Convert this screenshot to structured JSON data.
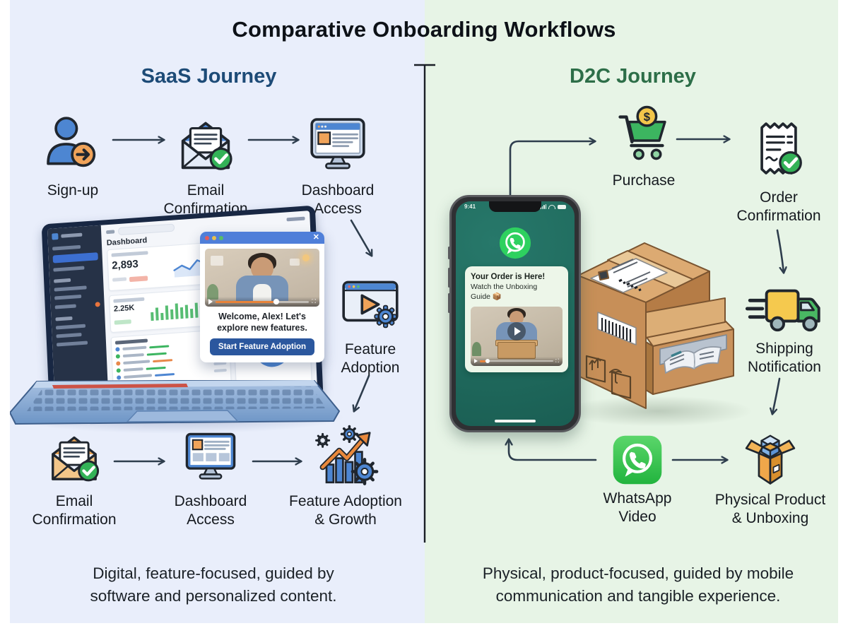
{
  "title": "Comparative Onboarding Workflows",
  "colors": {
    "left_bg": "#e9eefb",
    "right_bg": "#e7f4e6",
    "saas_heading": "#1d4b77",
    "d2c_heading": "#2d6e48",
    "arrow": "#2e3d4d",
    "accent_blue": "#4d86d2",
    "accent_orange": "#f0a359",
    "accent_green": "#3cb560",
    "whatsapp_green": "#25d366",
    "popup_button": "#2b579e"
  },
  "icons": {
    "close_glyph": "✕",
    "coin_symbol": "$",
    "fullscreen_glyph": "⛶",
    "names": [
      "signup-user-icon",
      "email-check-icon",
      "monitor-dashboard-icon",
      "video-window-gear-icon",
      "email-check-orange-icon",
      "growth-chart-gears-icon",
      "cart-dollar-icon",
      "receipt-check-icon",
      "delivery-truck-icon",
      "open-box-icon",
      "whatsapp-icon",
      "play-icon",
      "check-icon"
    ]
  },
  "saas": {
    "heading": "SaaS Journey",
    "steps_top": [
      {
        "label": "Sign-up",
        "icon": "signup-user-icon"
      },
      {
        "label": "Email\nConfirmation",
        "icon": "email-check-icon"
      },
      {
        "label": "Dashboard\nAccess",
        "icon": "monitor-dashboard-icon"
      }
    ],
    "step_feature": {
      "label": "Feature\nAdoption",
      "icon": "video-window-gear-icon"
    },
    "steps_bottom": [
      {
        "label": "Email\nConfirmation",
        "icon": "email-check-orange-icon"
      },
      {
        "label": "Dashboard\nAccess",
        "icon": "monitor-dashboard-icon"
      },
      {
        "label": "Feature Adoption\n& Growth",
        "icon": "growth-chart-gears-icon"
      }
    ],
    "laptop": {
      "dashboard_title": "Dashboard",
      "metric_primary": "2,893",
      "metric_secondary": "2.25K"
    },
    "popup": {
      "message": "Welcome, Alex! Let's\nexplore new features.",
      "button_label": "Start Feature Adoption"
    },
    "caption": "Digital, feature-focused, guided by\nsoftware and personalized content."
  },
  "d2c": {
    "heading": "D2C Journey",
    "steps": [
      {
        "label": "Purchase",
        "icon": "cart-dollar-icon"
      },
      {
        "label": "Order\nConfirmation",
        "icon": "receipt-check-icon"
      },
      {
        "label": "Shipping\nNotification",
        "icon": "delivery-truck-icon"
      },
      {
        "label": "WhatsApp\nVideo",
        "icon": "whatsapp-icon"
      },
      {
        "label": "Physical Product\n& Unboxing",
        "icon": "open-box-icon"
      }
    ],
    "phone": {
      "status_time": "9:41",
      "message_title": "Your Order is Here!",
      "message_body": "Watch the Unboxing\nGuide 📦"
    },
    "caption": "Physical, product-focused, guided by mobile\ncommunication and tangible experience."
  }
}
